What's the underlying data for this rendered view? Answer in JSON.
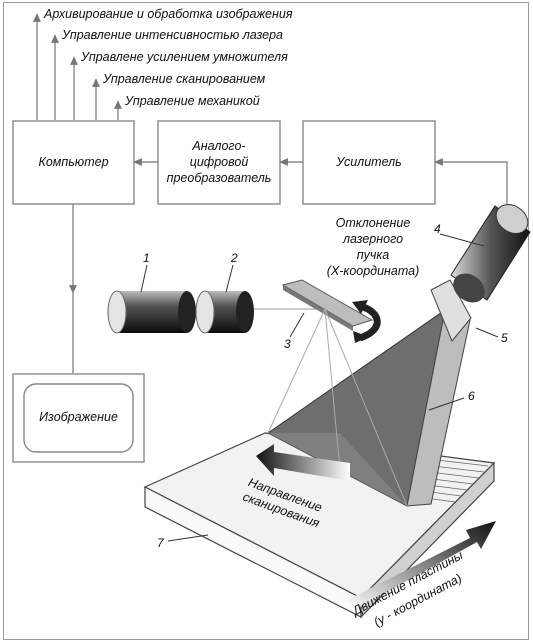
{
  "outputs": [
    "Архивирование и обработка изображения",
    "Управление интенсивностью лазера",
    "Управлене усилением умножителя",
    "Управление сканированием",
    "Управление механикой"
  ],
  "blocks": {
    "computer": "Компьютер",
    "adc_line1": "Аналого-",
    "adc_line2": "цифровой",
    "adc_line3": "преобразователь",
    "amplifier": "Усилитель",
    "monitor": "Изображение"
  },
  "deflection": {
    "line1": "Отклонение",
    "line2": "лазерного",
    "line3": "пучка",
    "line4": "(X-координата)"
  },
  "scan_direction": {
    "line1": "Направление",
    "line2": "сканирования"
  },
  "plate_motion": {
    "line1": "Движение пластины",
    "line2": "(у - координата)"
  },
  "numbers": [
    "1",
    "2",
    "3",
    "4",
    "5",
    "6",
    "7"
  ]
}
